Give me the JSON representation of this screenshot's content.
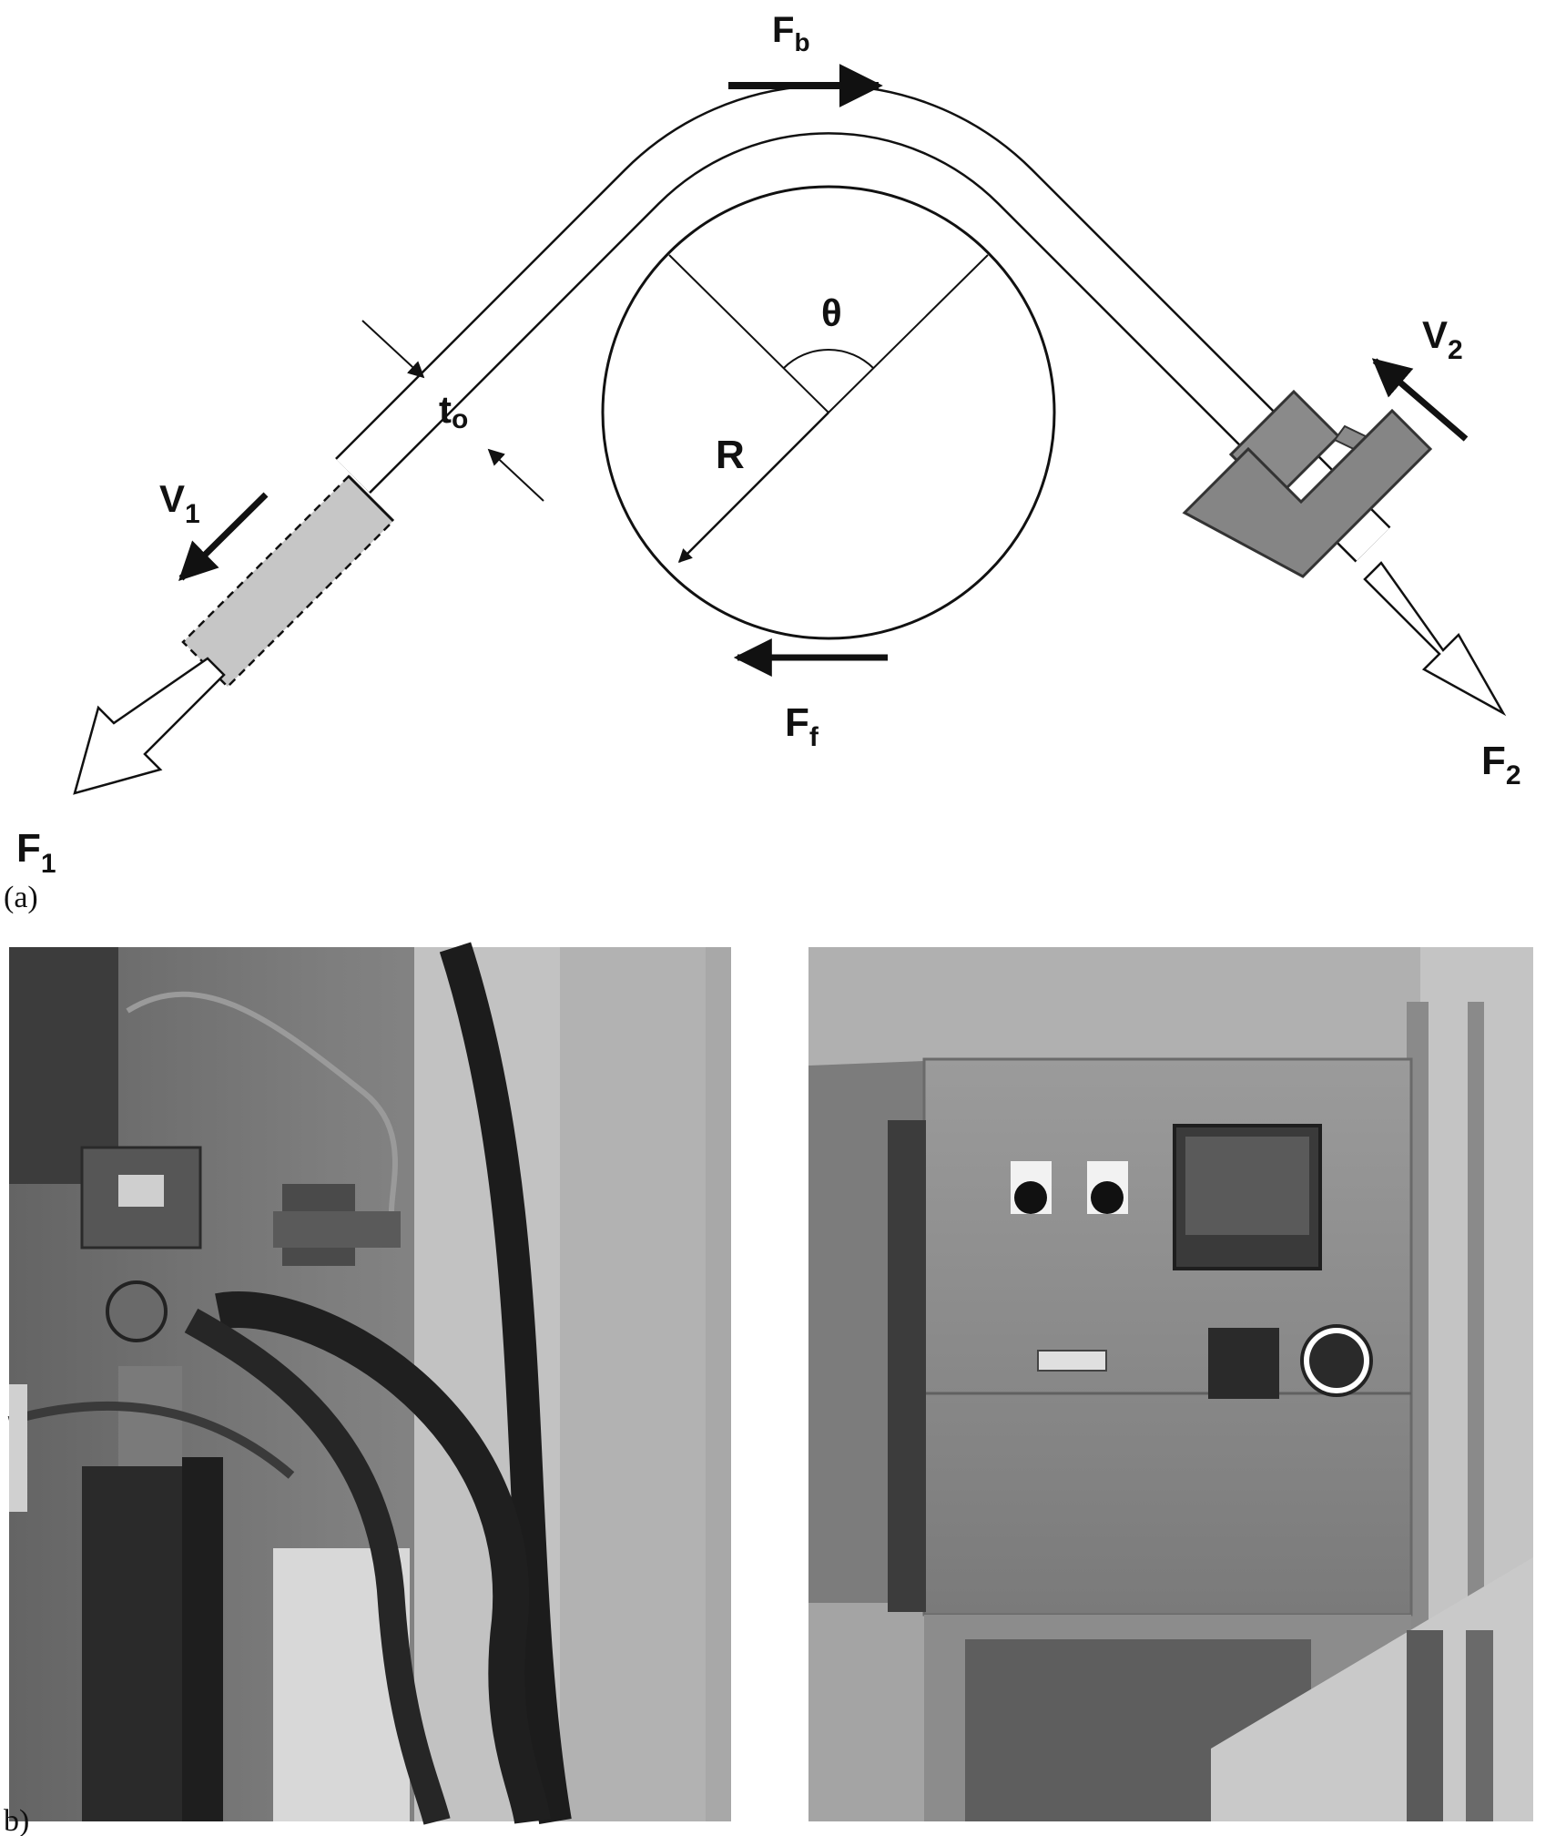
{
  "diagram": {
    "labels": {
      "F_b": {
        "main": "F",
        "sub": "b"
      },
      "F_f": {
        "main": "F",
        "sub": "f"
      },
      "F_1": {
        "main": "F",
        "sub": "1"
      },
      "F_2": {
        "main": "F",
        "sub": "2"
      },
      "V_1": {
        "main": "V",
        "sub": "1"
      },
      "V_2": {
        "main": "V",
        "sub": "2"
      },
      "t_o": {
        "main": "t",
        "sub": "o"
      },
      "theta": "θ",
      "R": "R"
    },
    "captions": {
      "a": "(a)",
      "b": "b)"
    }
  },
  "colors": {
    "ink": "#111111",
    "strip_fill": "#ffffff",
    "sample_gray": "#c6c6c6",
    "grip_gray": "#8a8a8a"
  }
}
